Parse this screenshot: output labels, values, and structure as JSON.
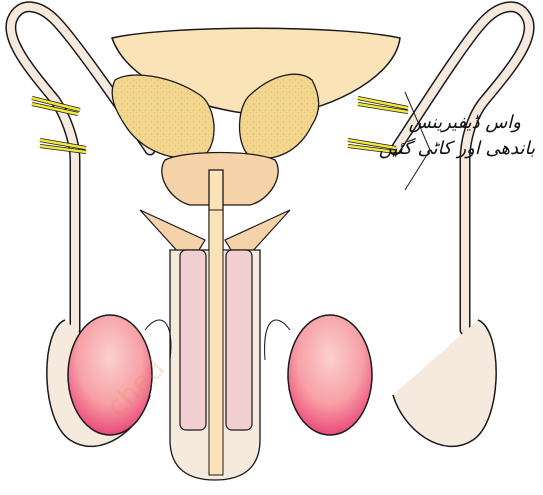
{
  "label": {
    "line1": "واس ڈیفیرینس",
    "line2": "باندھی اور کاٹی گئیں"
  },
  "watermark": "ched",
  "colors": {
    "outline": "#1a1a1a",
    "tube": "#f6e9de",
    "bladder": "#fbe3b8",
    "gland": "#f2d488",
    "prostate": "#f6d2a8",
    "erectile": "#f2cfd0",
    "testis_core": "#f7a1a6",
    "testis_edge": "#e83a72",
    "ligature": "#f3e83a"
  }
}
